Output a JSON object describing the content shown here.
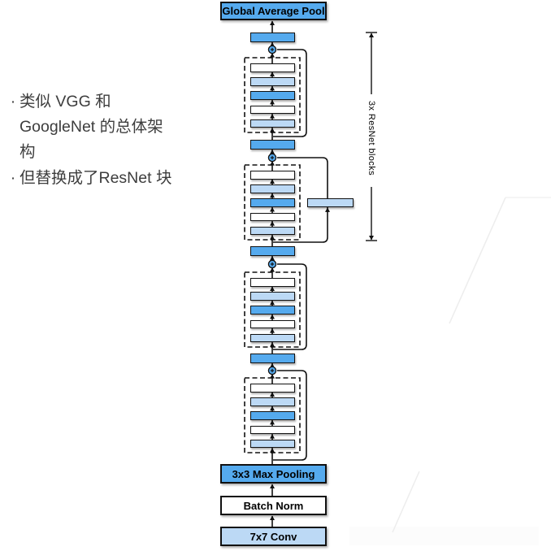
{
  "notes": [
    {
      "bullet": "·",
      "lines": [
        "类似 VGG 和",
        "GoogleNet 的总体架",
        "构"
      ]
    },
    {
      "bullet": "·",
      "lines": [
        "但替换成了ResNet 块"
      ]
    }
  ],
  "diagram": {
    "top_box": "Global Average Pool",
    "side_label": "3x ResNet blocks",
    "bottom_boxes": [
      "3x3 Max Pooling",
      "Batch Norm",
      "7x7 Conv"
    ],
    "icons": {
      "add": "+"
    },
    "blocks": [
      {
        "bars": [
          "plain",
          "light",
          "accent",
          "plain",
          "light"
        ],
        "side_conv": false
      },
      {
        "bars": [
          "plain",
          "light",
          "accent",
          "plain",
          "light"
        ],
        "side_conv": true
      },
      {
        "bars": [
          "plain",
          "light",
          "accent",
          "plain",
          "light"
        ],
        "side_conv": false
      },
      {
        "bars": [
          "plain",
          "light",
          "accent",
          "plain",
          "light"
        ],
        "side_conv": false
      }
    ],
    "colors": {
      "accent": "#55aaee",
      "light": "#bcd9f5",
      "plain": "#ffffff",
      "ink": "#111111",
      "text": "#3d3d3d",
      "decor": "#ededed"
    }
  }
}
